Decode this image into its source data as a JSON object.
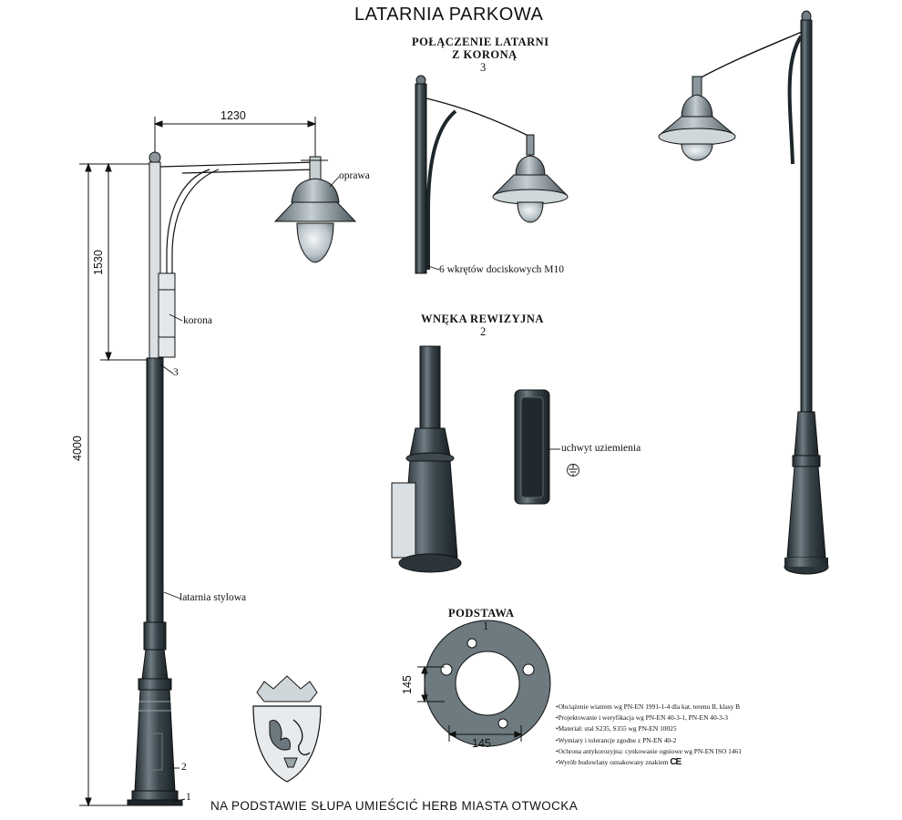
{
  "title": "LATARNIA PARKOWA",
  "main_drawing": {
    "dim_width": "1230",
    "dim_upper_height": "1530",
    "dim_total_height": "4000",
    "label_luminaire": "oprawa",
    "label_crown": "korona",
    "label_pole": "latarnia stylowa",
    "callout_1": "1",
    "callout_2": "2",
    "callout_3": "3"
  },
  "section_connection": {
    "title_line1": "POŁĄCZENIE LATARNI",
    "title_line2": "Z KORONĄ",
    "number": "3",
    "label_screws": "6 wkrętów dociskowych M10"
  },
  "section_inspection": {
    "title": "WNĘKA REWIZYJNA",
    "number": "2",
    "label_grounding": "uchwyt uziemienia"
  },
  "section_base": {
    "title": "PODSTAWA",
    "number": "1",
    "dim_height": "145",
    "dim_width": "145"
  },
  "notes": [
    "Obciążenie wiatrem wg PN-EN 1991-1-4 dla kat. terenu II, klasy B",
    "Projektowanie i weryfikacja wg PN-EN 40-3-1, PN-EN 40-3-3",
    "Materiał: stal S235, S355 wg PN-EN 10025",
    "Wymiary i tolerancje zgodne z PN-EN 40-2",
    "Ochrona antykorozyjna: cynkowanie ogniowe wg PN-EN ISO 1461",
    "Wyrób budowlany oznakowany znakiem"
  ],
  "ce_mark": "CE",
  "footer_note": "NA PODSTAWIE SŁUPA UMIEŚCIĆ HERB MIASTA OTWOCKA",
  "colors": {
    "pole": "#2f3b42",
    "pole_highlight": "#8a979e",
    "lamp": "#7f8c93",
    "lamp_light": "#c9d2d6",
    "line": "#111111"
  }
}
